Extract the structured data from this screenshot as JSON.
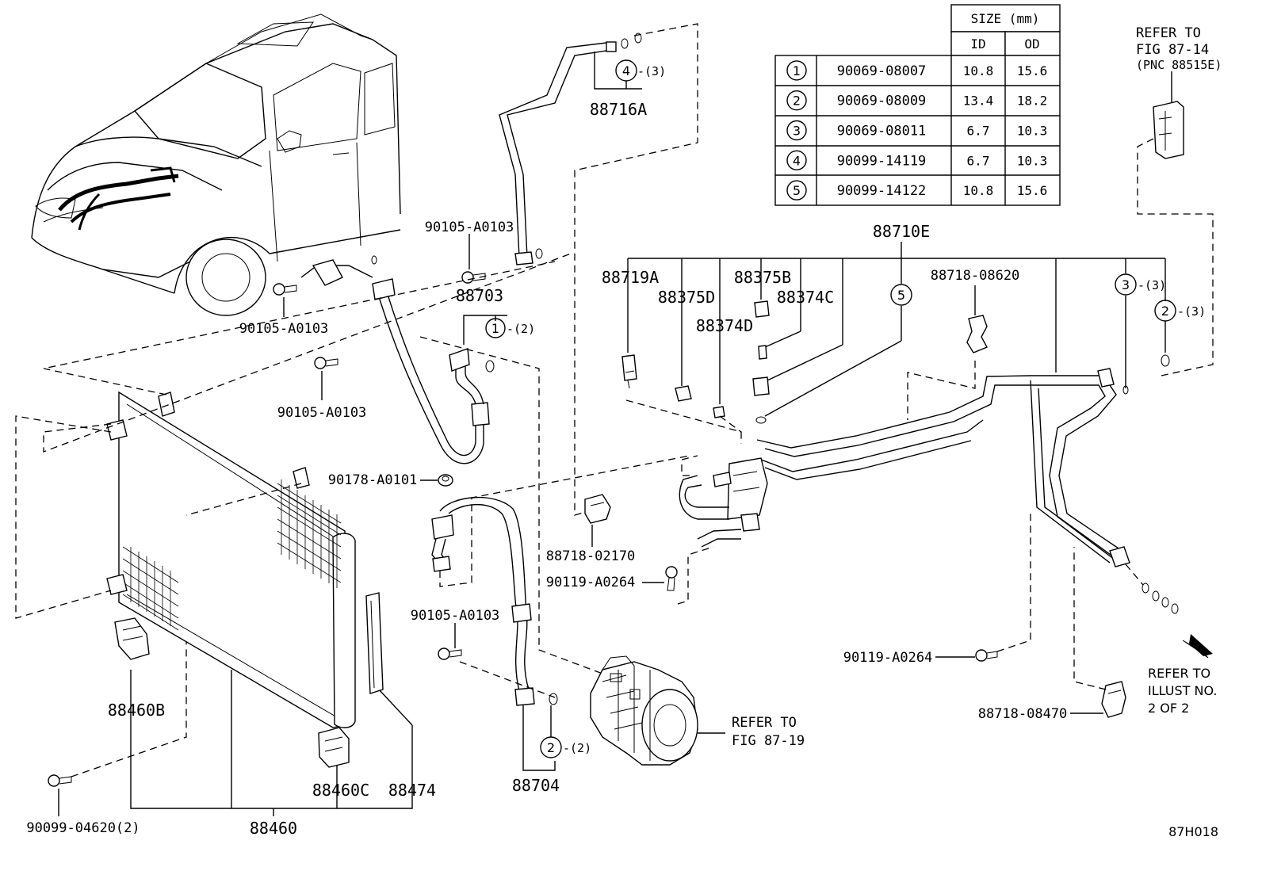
{
  "diagram_id": "87H018",
  "size_table": {
    "header": "SIZE (mm)",
    "col_id": "ID",
    "col_od": "OD",
    "rows": [
      {
        "num": "1",
        "part": "90069-08007",
        "id": "10.8",
        "od": "15.6"
      },
      {
        "num": "2",
        "part": "90069-08009",
        "id": "13.4",
        "od": "18.2"
      },
      {
        "num": "3",
        "part": "90069-08011",
        "id": "6.7",
        "od": "10.3"
      },
      {
        "num": "4",
        "part": "90099-14119",
        "id": "6.7",
        "od": "10.3"
      },
      {
        "num": "5",
        "part": "90099-14122",
        "id": "10.8",
        "od": "15.6"
      }
    ]
  },
  "refs": {
    "top_right_line1": "REFER TO",
    "top_right_line2": "FIG 87-14",
    "top_right_line3": "(PNC 88515E)",
    "compressor_line1": "REFER TO",
    "compressor_line2": "FIG 87-19",
    "illust_line1": "REFER TO",
    "illust_line2": "ILLUST NO.",
    "illust_line3": "2 OF 2"
  },
  "labels": {
    "p88716A": "88716A",
    "ring4_qty": "-(3)",
    "ring4": "4",
    "b_90105_top": "90105-A0103",
    "p88703": "88703",
    "ring1": "1",
    "ring1_qty": "-(2)",
    "b_90105_left": "90105-A0103",
    "b_90105_mid": "90105-A0103",
    "p88710E": "88710E",
    "p88719A": "88719A",
    "p88375B": "88375B",
    "p88375D": "88375D",
    "p88374C": "88374C",
    "p88374D": "88374D",
    "ring5": "5",
    "p88718_08620": "88718-08620",
    "ring3": "3",
    "ring3_qty": "-(3)",
    "ring2r": "2",
    "ring2r_qty": "-(3)",
    "p90178": "90178-A0101",
    "p88718_02170": "88718-02170",
    "p90119_a": "90119-A0264",
    "b_90105_low": "90105-A0103",
    "p90119_b": "90119-A0264",
    "p88718_08470": "88718-08470",
    "p88460B": "88460B",
    "ring2b": "2",
    "ring2b_qty": "-(2)",
    "p88704": "88704",
    "p88460C": "88460C",
    "p88474": "88474",
    "p90099": "90099-04620(2)",
    "p88460": "88460"
  }
}
